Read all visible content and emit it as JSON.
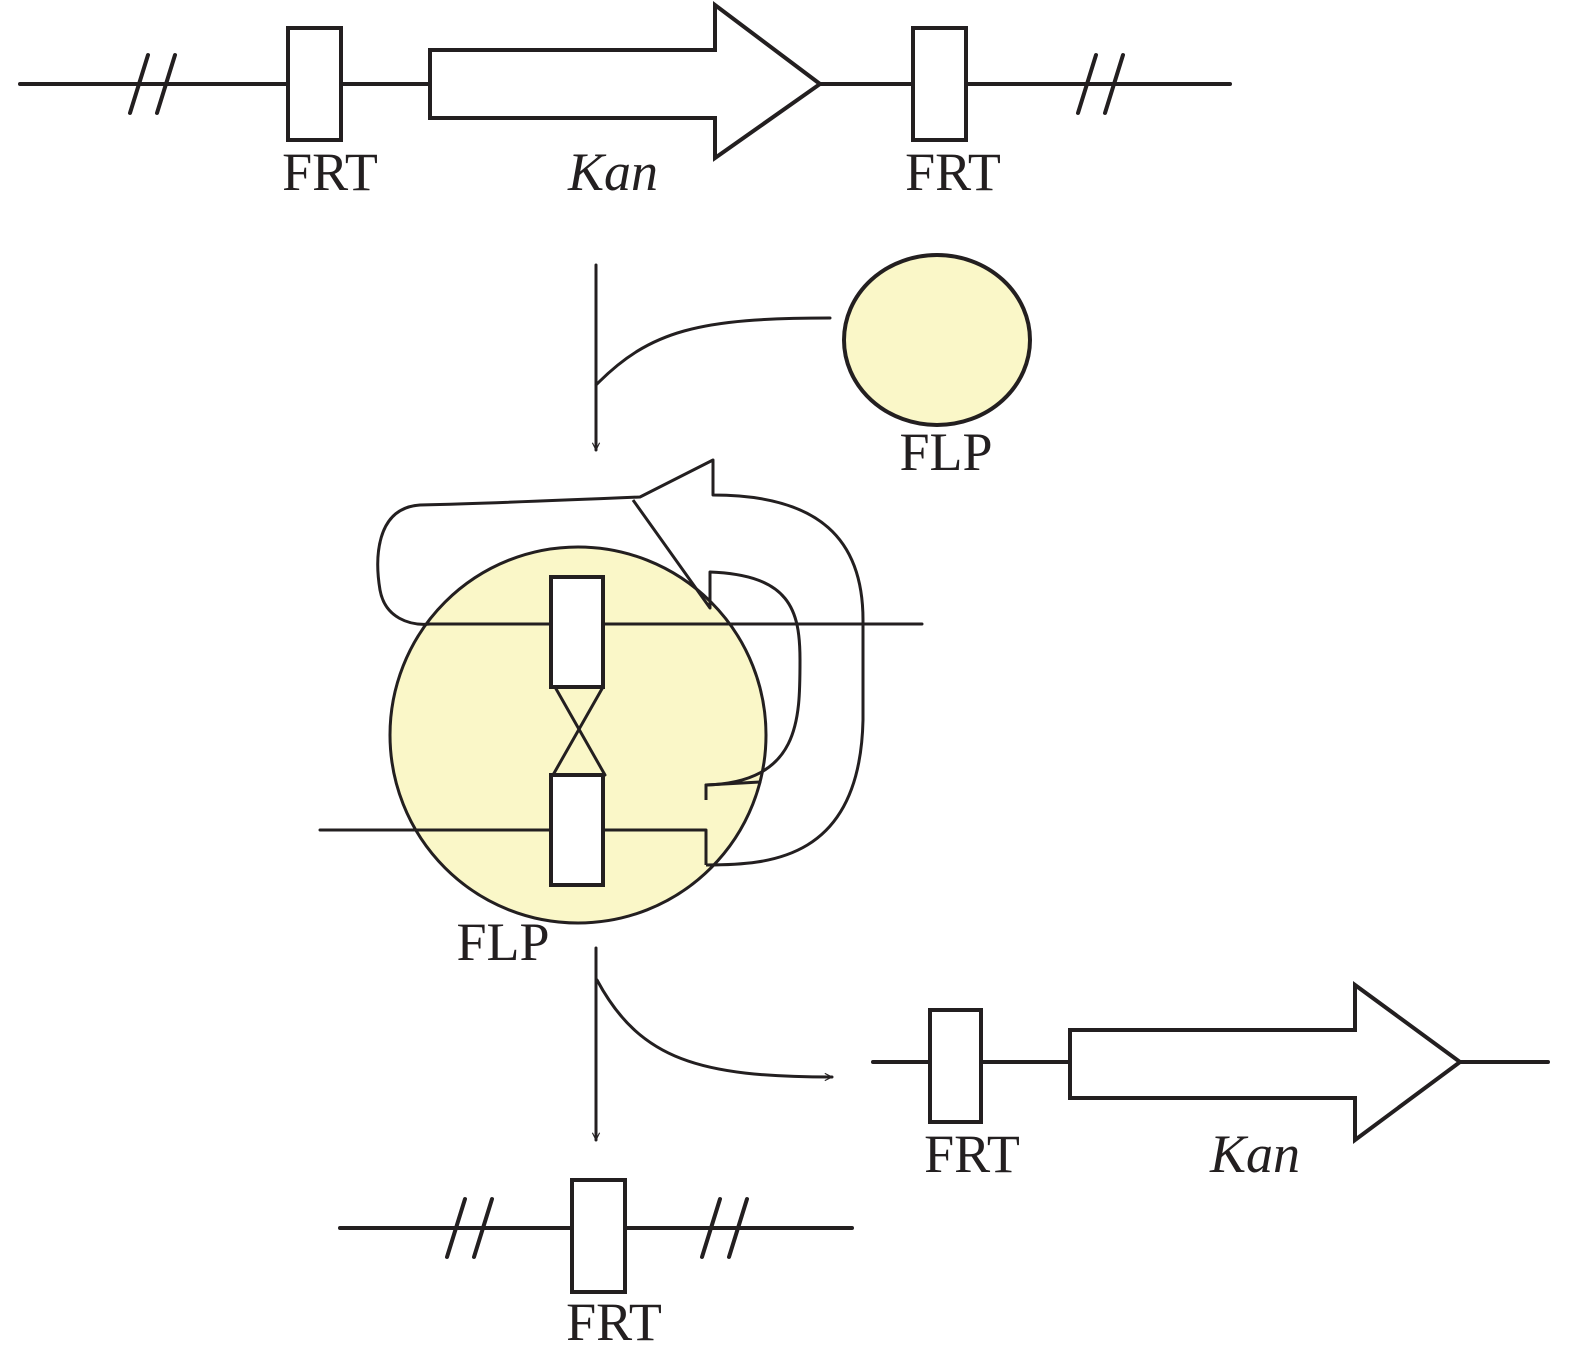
{
  "colors": {
    "line": "#231f20",
    "flp_fill": "#faf7c8",
    "background": "#ffffff"
  },
  "top_construct": {
    "frt_left_label": "FRT",
    "kan_label": "Kan",
    "frt_right_label": "FRT"
  },
  "flp_free": {
    "label": "FLP"
  },
  "synapse": {
    "label": "FLP"
  },
  "product_chromosome": {
    "frt_label": "FRT"
  },
  "excised_fragment": {
    "frt_label": "FRT",
    "kan_label": "Kan"
  }
}
